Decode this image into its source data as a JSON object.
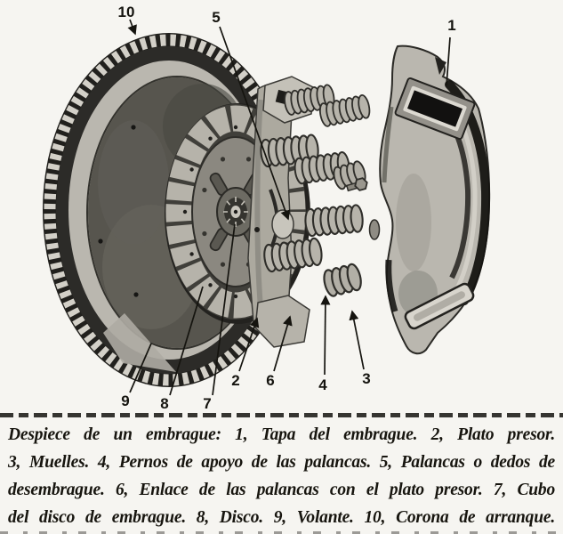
{
  "diagram": {
    "labels": [
      {
        "text": "10"
      },
      {
        "text": "5"
      },
      {
        "text": "1"
      },
      {
        "text": "9"
      },
      {
        "text": "8"
      },
      {
        "text": "7"
      },
      {
        "text": "2"
      },
      {
        "text": "6"
      },
      {
        "text": "4"
      },
      {
        "text": "3"
      }
    ]
  },
  "caption": {
    "lines": [
      "Despiece de un embrague: 1, Tapa del embrague. 2, Plato presor.",
      "3, Muelles. 4, Pernos de apoyo de las palancas. 5, Palancas o dedos de",
      "desembrague. 6, Enlace de las palancas con el plato presor. 7, Cubo",
      "del disco de embrague. 8, Disco. 9, Volante. 10, Corona de arranque."
    ]
  }
}
